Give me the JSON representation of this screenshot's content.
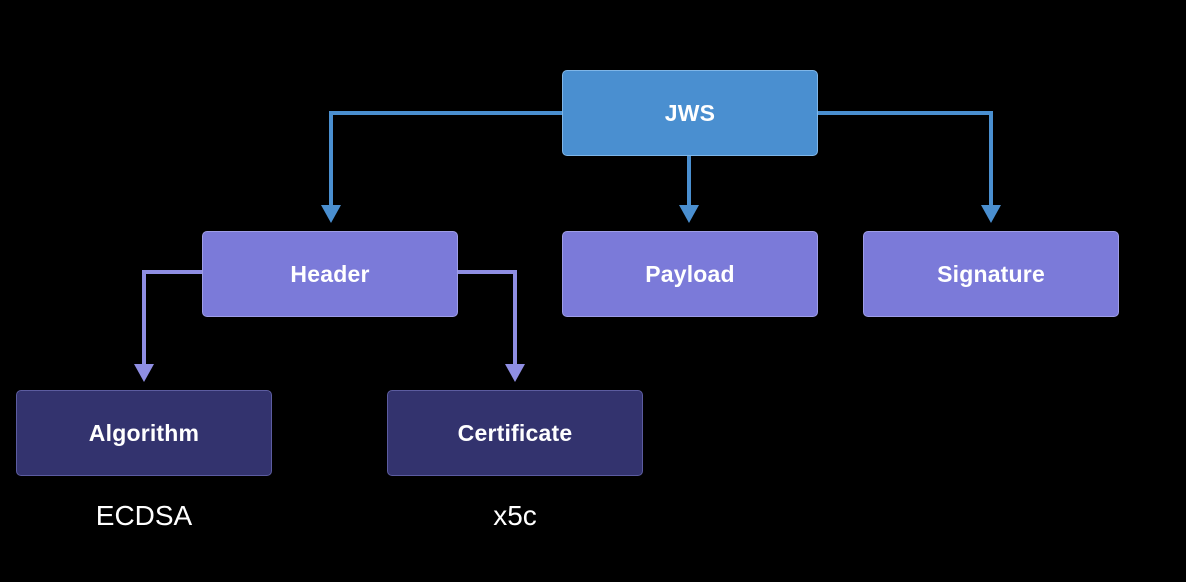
{
  "colors": {
    "background": "#000000",
    "root_box": "#4a8fd0",
    "root_connector": "#4a8fd0",
    "mid_box": "#7b7ad9",
    "mid_connector": "#8f8ee3",
    "leaf_box": "#33336e",
    "text": "#ffffff"
  },
  "nodes": {
    "jws": {
      "label": "JWS"
    },
    "header": {
      "label": "Header"
    },
    "payload": {
      "label": "Payload"
    },
    "signature": {
      "label": "Signature"
    },
    "algorithm": {
      "label": "Algorithm",
      "caption": "ECDSA"
    },
    "certificate": {
      "label": "Certificate",
      "caption": "x5c"
    }
  },
  "edges": [
    {
      "from": "jws",
      "to": "header"
    },
    {
      "from": "jws",
      "to": "payload"
    },
    {
      "from": "jws",
      "to": "signature"
    },
    {
      "from": "header",
      "to": "algorithm"
    },
    {
      "from": "header",
      "to": "certificate"
    }
  ]
}
